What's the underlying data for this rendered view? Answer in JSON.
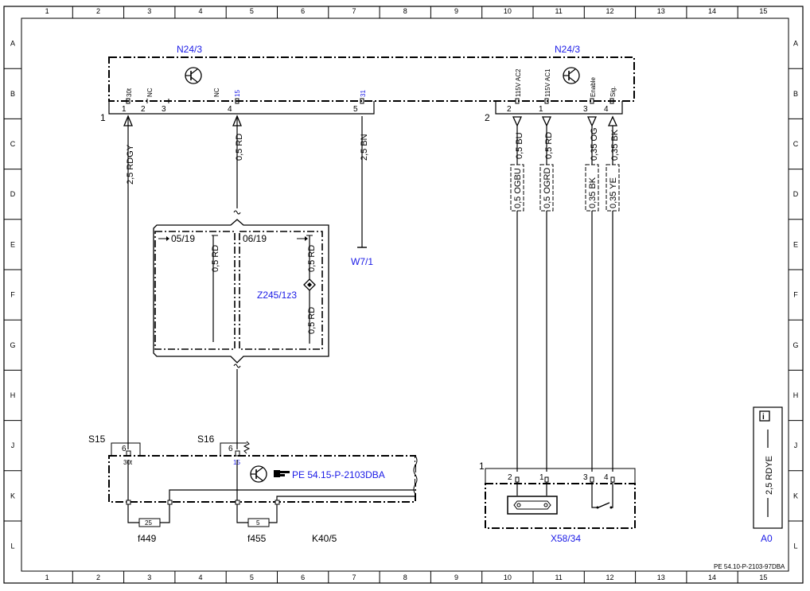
{
  "grid": {
    "cols": [
      "1",
      "2",
      "3",
      "4",
      "5",
      "6",
      "7",
      "8",
      "9",
      "10",
      "11",
      "12",
      "13",
      "14",
      "15"
    ],
    "rows": [
      "A",
      "B",
      "C",
      "D",
      "E",
      "F",
      "G",
      "H",
      "J",
      "K",
      "L"
    ]
  },
  "components": {
    "n24_3_left_title": "N24/3",
    "n24_3_right_title": "N24/3",
    "connector_1": "1",
    "connector_2": "2",
    "w7_1": "W7/1",
    "z245": "Z245/1z3",
    "k40_5": "K40/5",
    "f449": "f449",
    "f455": "f455",
    "x58_34": "X58/34",
    "x58_conn": "1",
    "s15": "S15",
    "s16": "S16",
    "pe_ref": "PE 54.15-P-2103DBA",
    "a0": "A0",
    "doc_ref": "PE 54.10-P-2103-97DBA"
  },
  "pins_left": [
    {
      "num": "1",
      "sig": "30t"
    },
    {
      "num": "2",
      "sig": "NC"
    },
    {
      "num": "3",
      "sig": ""
    },
    {
      "num": "4",
      "sig": "15"
    },
    {
      "num": "5",
      "sig": "31"
    }
  ],
  "pin_nc2": "NC",
  "pins_right": [
    {
      "num": "2",
      "sig": "115V AC2"
    },
    {
      "num": "1",
      "sig": "115V AC1"
    },
    {
      "num": "3",
      "sig": "Enable"
    },
    {
      "num": "4",
      "sig": "Sig."
    }
  ],
  "wires": {
    "w_rdgy": "2,5 RDGY",
    "w_rd_top": "0,5 RD",
    "w_bn": "2,5 BN",
    "w_bu": "0,5 BU",
    "w_rd_r": "0,5 RD",
    "w_og": "0,35 OG",
    "w_bk": "0,35 BK",
    "s_ogbu": "0,5 OGBU",
    "s_ogrd": "0,5 OGRD",
    "s_bk": "0,35 BK",
    "s_ye": "0,35 YE",
    "v_0519": "05/19",
    "v_0619": "06/19",
    "w_rd_a": "0,5 RD",
    "w_rd_b": "0,5 RD",
    "w_rd_c": "0,5 RD"
  },
  "k40": {
    "pin6a": "6",
    "pin30t": "30t",
    "pin6b": "6",
    "pin15": "15",
    "fuse25": "25",
    "fuse5": "5"
  },
  "x58_pins": [
    "2",
    "1",
    "3",
    "4"
  ],
  "legend": {
    "info_icon": "info-icon",
    "wire": "2,5 RDYE"
  }
}
